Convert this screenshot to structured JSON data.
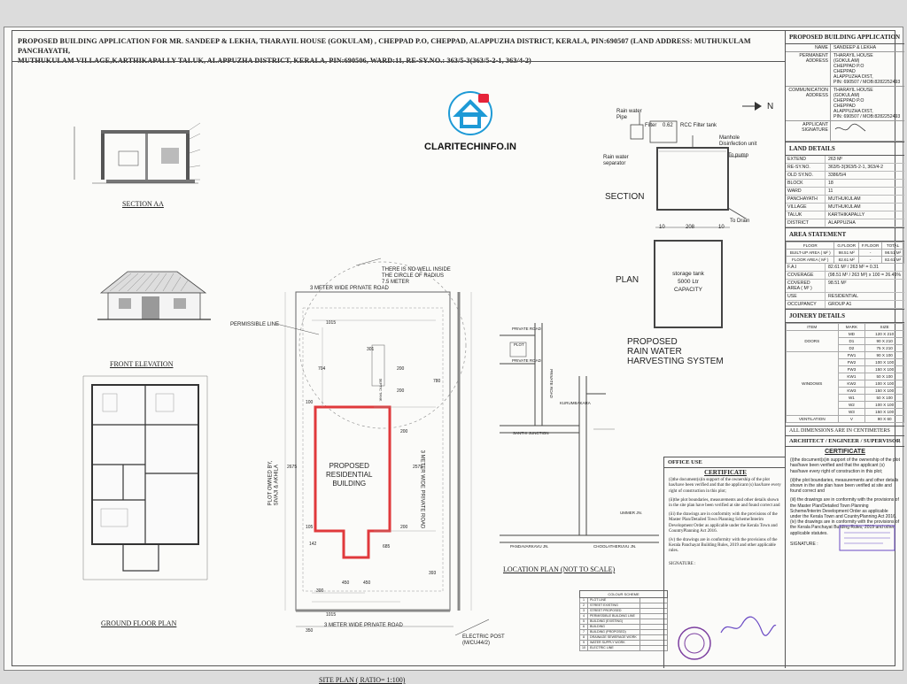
{
  "header": {
    "title_line1": "PROPOSED BUILDING APPLICATION FOR MR. SANDEEP & LEKHA, THARAYIL HOUSE (GOKULAM) , CHEPPAD P.O, CHEPPAD, ALAPPUZHA DISTRICT, KERALA, PIN:690507 (LAND ADDRESS: MUTHUKULAM PANCHAYATH,",
    "title_line2": "MUTHUKULAM VILLAGE,KARTHIKAPALLY TALUK, ALAPPUZHA DISTRICT, KERALA, PIN:690506, WARD:11, RE-SY.NO.: 363/5-3(363/5-2-1, 363/4-2)"
  },
  "watermark": {
    "text": "CLARITECHINFO.IN"
  },
  "drawings": {
    "section_aa": "SECTION AA",
    "front_elevation": "FRONT ELEVATION",
    "ground_floor_plan": "GROUND FLOOR PLAN",
    "site_plan": "SITE PLAN ( RATIO= 1:100)",
    "location_plan": "LOCATION PLAN (NOT TO SCALE)",
    "section": "SECTION",
    "plan": "PLAN",
    "rwh_title_1": "PROPOSED",
    "rwh_title_2": "RAIN WATER",
    "rwh_title_3": "HARVESTING SYSTEM"
  },
  "site": {
    "road_top": "3 METER WIDE PRIVATE ROAD",
    "road_bottom": "3 METER WIDE PRIVATE ROAD",
    "road_right": "3 METER WIDE PRIVATE ROAD",
    "well_note_1": "THERE IS NO WELL INSIDE",
    "well_note_2": "THE CIRCLE OF RADIUS",
    "well_note_3": "7.5 METER",
    "permissible": "PERMISSIBLE LINE",
    "building_1": "PROPOSED",
    "building_2": "RESIDENTIAL",
    "building_3": "BUILDING",
    "plot_owner_1": "PLOT OWNED BY,",
    "plot_owner_2": "SIVAJI & AKHILA",
    "electric_1": "ELECTRIC POST",
    "electric_2": "(M/CU44/2)",
    "dims": {
      "d1015_top": "1015",
      "d1015_bot": "1015",
      "d2675_left": "2675",
      "d2575_right": "2575",
      "d704": "704",
      "d301": "301",
      "d200a": "200",
      "d200b": "200",
      "d200c": "200",
      "d200d": "200",
      "d100": "100",
      "d105": "105",
      "d142": "142",
      "d685": "685",
      "d450a": "450",
      "d450b": "450",
      "d300": "300",
      "d350": "350",
      "d393": "393",
      "d780": "780",
      "septic": "SEPTIC TANK"
    }
  },
  "rwh": {
    "rain_pipe_1": "Rain water",
    "rain_pipe_2": "Pipe",
    "filter": "Filter",
    "d062": "0.62",
    "d10a": "10",
    "d10b": "10",
    "d208": "208",
    "rcc_filter": "RCC Filter tank",
    "manhole_1": "Manhole",
    "manhole_2": "Disinfection unit",
    "to_pump": "To pump",
    "separator_1": "Rain water",
    "separator_2": "separator",
    "to_drain": "To Drain",
    "storage_1": "storage tank",
    "storage_2": "5000 Ltr",
    "storage_3": "CAPACITY",
    "north": "N"
  },
  "location": {
    "private_road_a": "PRIVATE ROAD",
    "private_road_b": "PRIVATE ROAD",
    "private_road_c": "PRIVATE ROAD",
    "plot": "PLOT",
    "kurumbakara": "KURUMBAKARA",
    "santhi": "SANTHI JUNCTION",
    "ummer": "UMMER JN.",
    "pandavarkavu": "PANDAVARKAVU JN.",
    "choolatheruvu": "CHOOLATHERUVU JN."
  },
  "certificates": {
    "office_use": "OFFICE USE",
    "architect": "ARCHITECT / ENGINEER / SUPERVISOR",
    "heading": "CERTIFICATE",
    "p1": "(i)the document(s)in support of the ownership of the plot has/have been verified and that the applicant (s) has/have every right of construction in this plot;",
    "p2": "(ii)the plot boundaries, measurements and other details shown in the site plan have been verified at site and found correct and",
    "p3": "(iii) the drawings are in conformity with the provisions of the Master Plan/Detailed Town Planning Scheme/Interim Development Order as applicable under the Kerala Town and CountryPlanning Act 2016.",
    "p4": "(iv) the drawings are in conformity with the provisions of the Kerala Panchayat Building Rules, 2019 and other applicable rules.",
    "p3r": "(iii) the drawings are in conformity with the provisions of the Master Plan/Detailed Town Planning Scheme/Interim Development Order as applicable under the Kerala Town and CountryPlanning Act 2016.(iv) the drawings are in conformity with the provisions of the Kerala Panchayat Building Rules, 2019 and other applicable statutes.",
    "signature": "SIGNATURE :"
  },
  "colour_scheme": {
    "title": "COLOUR SCHEME",
    "rows": [
      "PLOT LINE",
      "STREET EXISTING",
      "STREET PROPOSED",
      "PERMISSIBLE BUILDING LINE",
      "BUILDING (EXISTING)",
      "BUILDING",
      "BUILDING (PROPOSED)",
      "DRAINAGE SEWERAGE WORK",
      "WATER SUPPLY WORK",
      "ELECTRIC LINE"
    ]
  },
  "side": {
    "heading": "PROPOSED BUILDING APPLICATION",
    "name_k": "NAME",
    "name_v": "SANDEEP & LEKHA",
    "perm_k": "PERMANENT ADDRESS",
    "perm_v": "THARAYIL HOUSE\n(GOKULAM)\nCHEPPAD P.O\nCHEPPAD\nALAPPUZHA DIST,\nPIN: 690507 / MOB:8282252493",
    "comm_k": "COMMUNICATION ADDRESS",
    "comm_v": "THARAYIL HOUSE\n(GOKULAM)\nCHEPPAD P.O\nCHEPPAD\nALAPPUZHA DIST,\nPIN: 690507 / MOB:8282252493",
    "sig_k": "APPLICANT SIGNATURE",
    "land_heading": "LAND DETAILS",
    "land": [
      {
        "k": "EXTEND",
        "v": "263 M²"
      },
      {
        "k": "RE-SY.NO.",
        "v": "363/5-3(363/5-2-1, 363/4-2"
      },
      {
        "k": "OLD SY.NO.",
        "v": "3386/5/4"
      },
      {
        "k": "BLOCK",
        "v": "18"
      },
      {
        "k": "WARD",
        "v": "11"
      },
      {
        "k": "PANCHAYATH",
        "v": "MUTHUKULAM"
      },
      {
        "k": "VILLAGE",
        "v": "MUTHUKULAM"
      },
      {
        "k": "TALUK",
        "v": "KARTHIKAPALLY"
      },
      {
        "k": "DISTRICT",
        "v": "ALAPPUZHA"
      }
    ],
    "area_heading": "AREA STATEMENT",
    "area_cols": [
      "FLOOR",
      "G.FLOOR",
      "F.FLOOR",
      "TOTAL"
    ],
    "area_rows": [
      [
        "BUILT-UP AREA ( M² )",
        "98.51 M²",
        "-",
        "98.51 M²"
      ],
      [
        "FLOOR AREA ( M² )",
        "82.61 M²",
        "-",
        "82.61 M²"
      ]
    ],
    "far_k": "F.A.I",
    "far_v": "82.61 M² / 263 M² = 0.31",
    "cov_k": "COVERAGE",
    "cov_v": "(98.51 M² / 263 M²) x 100 = 26.45%",
    "cover_k": "COVERED AREA ( M² )",
    "cover_v": "98.51 M²",
    "use_k": "USE",
    "use_v": "RESIDENTIAL",
    "occ_k": "OCCUPANCY",
    "occ_v": "GROUP A1",
    "joinery_heading": "JOINERY DETAILS",
    "joinery_cols": [
      "ITEM",
      "MARK",
      "SIZE"
    ],
    "doors_label": "DOORS",
    "doors": [
      [
        "MD",
        "120 X 210"
      ],
      [
        "D1",
        "90 X 210"
      ],
      [
        "D2",
        "75 X 210"
      ]
    ],
    "windows_label": "WINDOWS",
    "windows": [
      [
        "FW1",
        "90 X 100"
      ],
      [
        "FW2",
        "100 X 100"
      ],
      [
        "FW3",
        "150 X 100"
      ],
      [
        "KW1",
        "50 X 100"
      ],
      [
        "KW2",
        "100 X 100"
      ],
      [
        "KW3",
        "150 X 100"
      ],
      [
        "W1",
        "50 X 100"
      ],
      [
        "W2",
        "100 X 100"
      ],
      [
        "W3",
        "150 X 100"
      ]
    ],
    "vent_label": "VENTILATION",
    "vent": [
      "V",
      "90 X 60"
    ],
    "dims_note": "ALL DIMENSIONS ARE IN CENTIMETERS"
  },
  "colors": {
    "building_outline": "#e0393c",
    "watermark_blue": "#1e9ad6",
    "watermark_red": "#e6243a"
  }
}
